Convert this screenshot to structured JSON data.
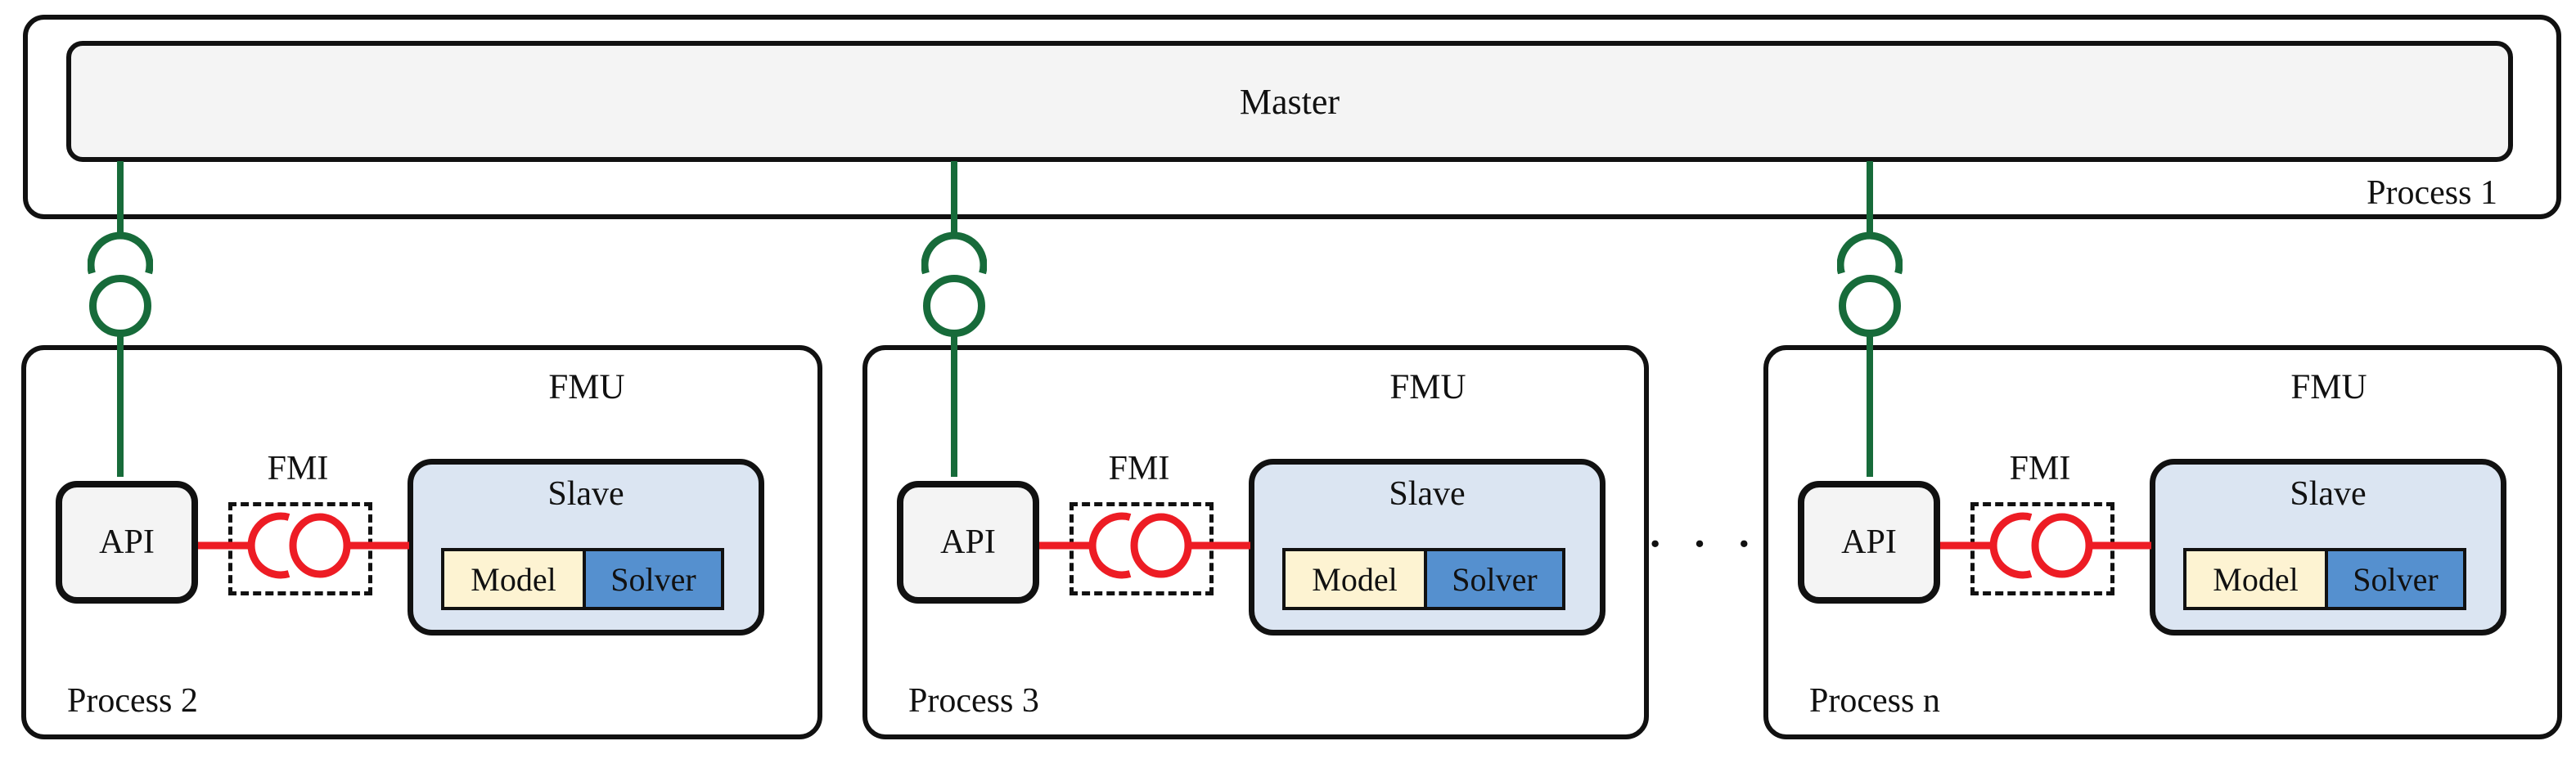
{
  "master": {
    "label": "Master",
    "process_label": "Process 1"
  },
  "ellipsis": "· · ·",
  "processes": [
    {
      "label": "Process 2",
      "fmu": "FMU",
      "fmi": "FMI",
      "api": "API",
      "slave": "Slave",
      "model": "Model",
      "solver": "Solver"
    },
    {
      "label": "Process 3",
      "fmu": "FMU",
      "fmi": "FMI",
      "api": "API",
      "slave": "Slave",
      "model": "Model",
      "solver": "Solver"
    },
    {
      "label": "Process n",
      "fmu": "FMU",
      "fmi": "FMI",
      "api": "API",
      "slave": "Slave",
      "model": "Model",
      "solver": "Solver"
    }
  ],
  "connectors": {
    "master_to_fmu": "ball-and-socket assembly connector (vertical, green)",
    "api_to_slave": "ball-and-socket assembly connector (horizontal, red, FMI interface)"
  },
  "colors": {
    "border_black": "#111111",
    "connector_green": "#176b3a",
    "connector_red": "#ed1c24",
    "master_fill": "#f4f4f4",
    "api_fill": "#f4f4f4",
    "slave_fill": "#dbe5f2",
    "model_fill": "#fdf3d2",
    "solver_fill": "#5590cf",
    "background": "#ffffff"
  }
}
